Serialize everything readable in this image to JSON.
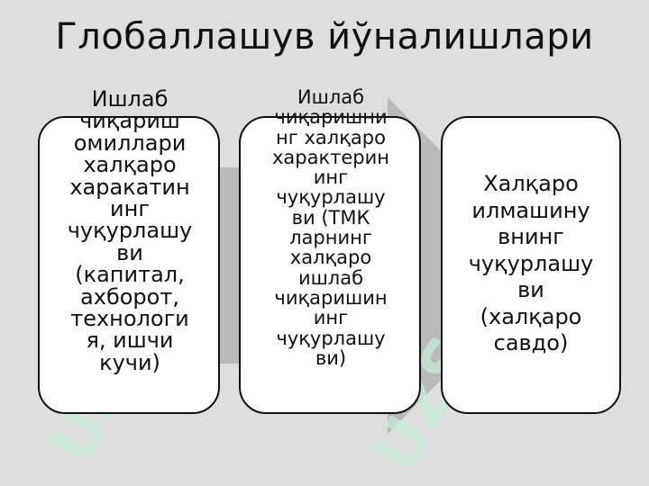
{
  "slide": {
    "title": "Глобаллашув йўналишлари",
    "background_color": "#dedede",
    "arrow_color": "#b9b9b9",
    "box_fill": "#ffffff",
    "box_border": "#111111",
    "watermark_color": "#c9ecd9"
  },
  "boxes": [
    {
      "text": "Ишлаб\nчиқариш\nомиллари\nхалқаро\nхаракатин\nинг\nчуқурлашу\nви\n(капитал,\nахборот,\nтехнологи\nя, ишчи\nкучи)"
    },
    {
      "text": "Ишлаб\nчиқаришни\nнг халқаро\nхарактерин\nинг\nчуқурлашу\nви (ТМК\nларнинг\nхалқаро\nишлаб\nчиқаришин\nинг\nчуқурлашу\nви)"
    },
    {
      "text": "Халқаро\nилмашину\nвнинг\nчуқурлашу\nви\n(халқаро\nсавдо)"
    }
  ]
}
